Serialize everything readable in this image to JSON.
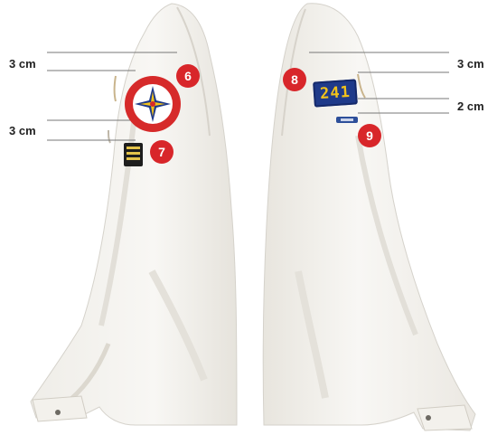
{
  "colors": {
    "marker_red": "#d8262a",
    "patch_navy": "#1f3a8a",
    "patch_yellow": "#f2c21b",
    "emblem_red": "#d62a2a",
    "shirt_shadow": "#d9d6cf",
    "line_gray": "#777777"
  },
  "left_sleeve": {
    "measurement_top": "3 cm",
    "measurement_bottom": "3 cm",
    "marker_6": "6",
    "marker_7": "7",
    "emblem_icon": "compass-rose-emblem-icon",
    "rank_icon": "rank-stripes-patch-icon"
  },
  "right_sleeve": {
    "measurement_top": "3 cm",
    "measurement_bottom": "2 cm",
    "marker_8": "8",
    "marker_9": "9",
    "troop_number": "241",
    "pin_icon": "service-pin-icon"
  }
}
